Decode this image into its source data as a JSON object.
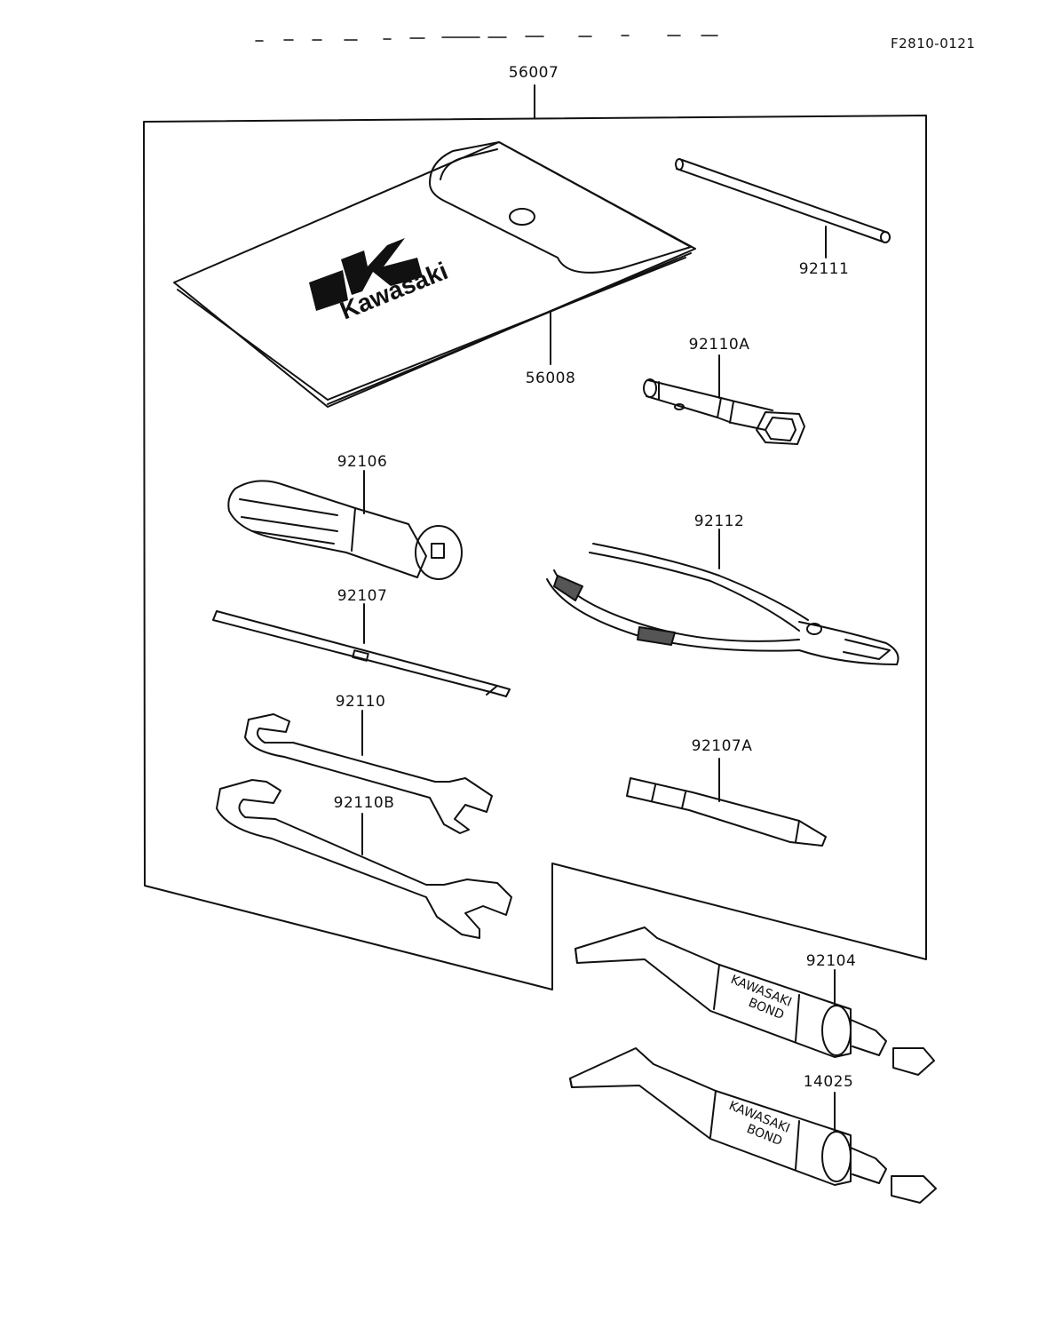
{
  "drawing": {
    "code": "F2810-0121",
    "logo_text": "Kawasaki",
    "tube_text_line1": "KAWASAKI",
    "tube_text_line2": "BOND"
  },
  "parts": {
    "kit": "56007",
    "pouch": "56008",
    "bar": "92111",
    "plug_wrench": "92110A",
    "handle": "92106",
    "pliers": "92112",
    "screwdriver": "92107",
    "wrench_small": "92110",
    "screwdriver_short": "92107A",
    "wrench_large": "92110B",
    "bond_1": "92104",
    "bond_2": "14025"
  }
}
